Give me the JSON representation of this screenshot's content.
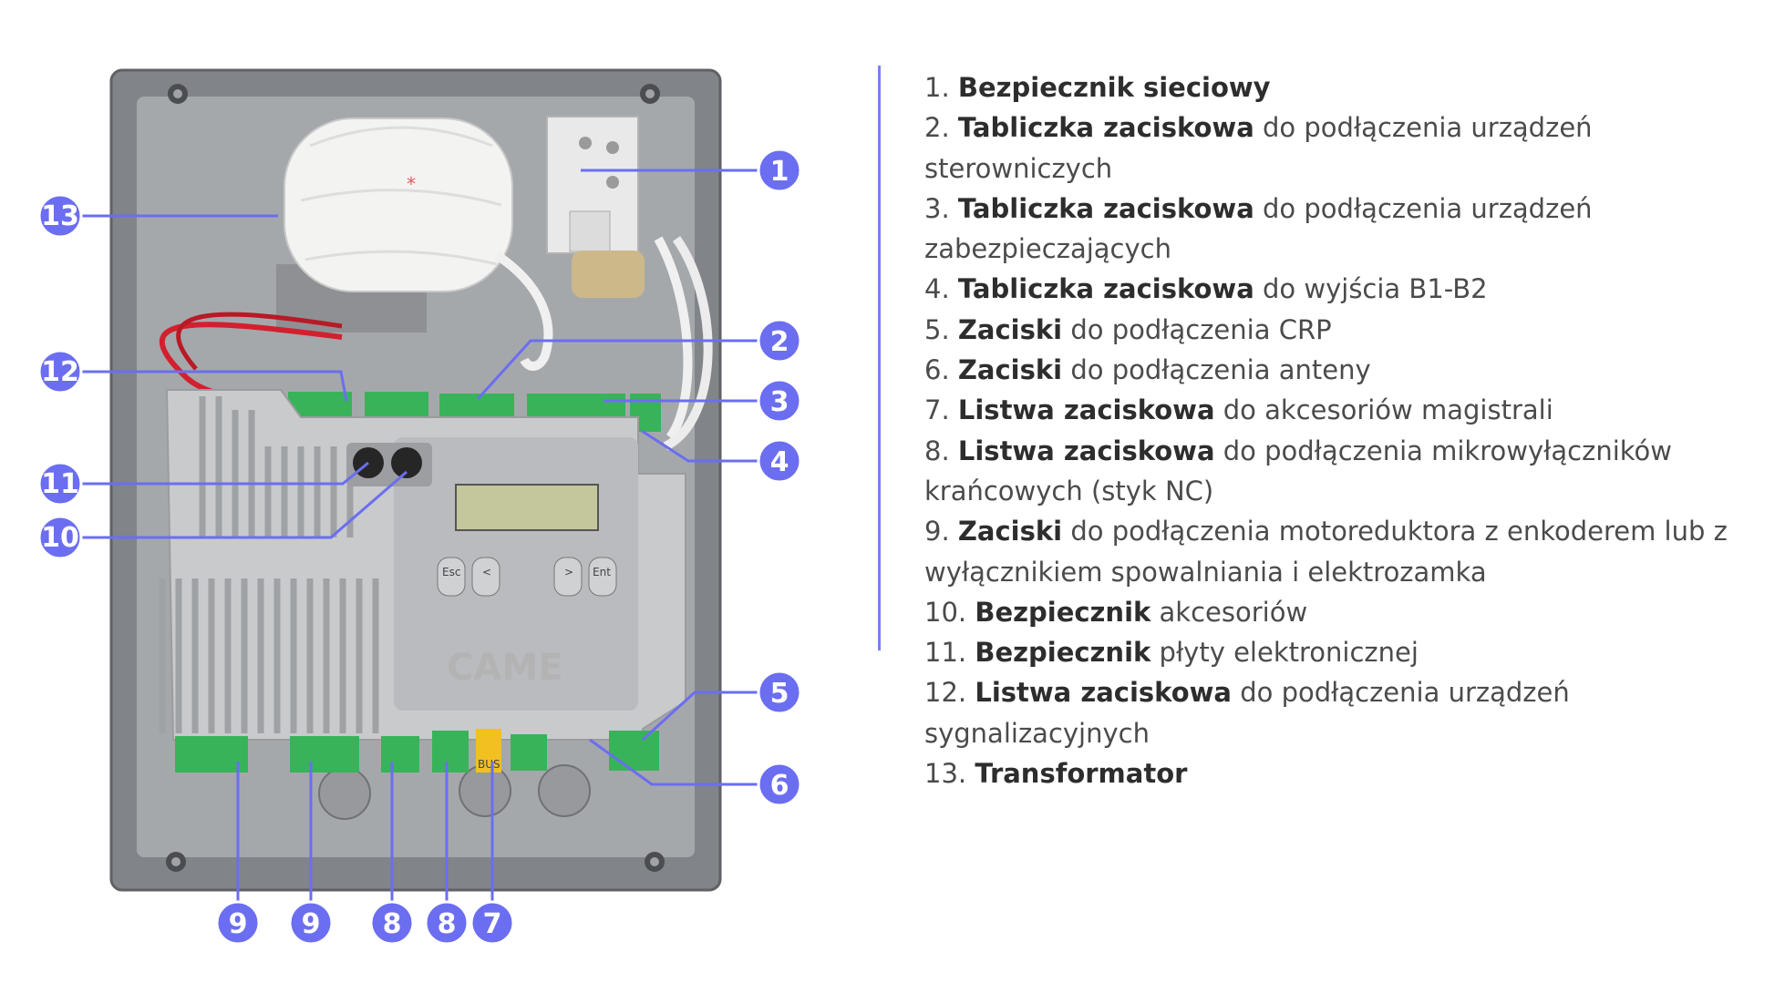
{
  "device": {
    "brand": "CAME",
    "keys": [
      "Esc",
      "<",
      ">",
      "Ent"
    ],
    "bus_label": "BUS"
  },
  "callouts": [
    {
      "number": "1"
    },
    {
      "number": "2"
    },
    {
      "number": "3"
    },
    {
      "number": "4"
    },
    {
      "number": "5"
    },
    {
      "number": "6"
    },
    {
      "number": "7"
    },
    {
      "number": "8"
    },
    {
      "number": "8"
    },
    {
      "number": "9"
    },
    {
      "number": "9"
    },
    {
      "number": "10"
    },
    {
      "number": "11"
    },
    {
      "number": "12"
    },
    {
      "number": "13"
    }
  ],
  "legend": [
    {
      "num": "1.",
      "bold": "Bezpiecznik sieciowy",
      "rest": ""
    },
    {
      "num": "2.",
      "bold": "Tabliczka zaciskowa",
      "rest": " do podłączenia urządzeń sterowniczych"
    },
    {
      "num": "3.",
      "bold": "Tabliczka zaciskowa",
      "rest": " do podłączenia urządzeń zabezpieczających"
    },
    {
      "num": "4.",
      "bold": "Tabliczka zaciskowa",
      "rest": " do wyjścia B1-B2"
    },
    {
      "num": "5.",
      "bold": "Zaciski",
      "rest": " do podłączenia CRP"
    },
    {
      "num": "6.",
      "bold": "Zaciski",
      "rest": " do podłączenia anteny"
    },
    {
      "num": "7.",
      "bold": "Listwa zaciskowa",
      "rest": " do akcesoriów magistrali"
    },
    {
      "num": "8.",
      "bold": "Listwa zaciskowa",
      "rest": " do podłączenia mikrowyłączników krańcowych (styk NC)"
    },
    {
      "num": "9.",
      "bold": "Zaciski",
      "rest": " do podłączenia motoreduktora z enkoderem lub z wyłącznikiem spowalniania i elektrozamka"
    },
    {
      "num": "10.",
      "bold": "Bezpiecznik",
      "rest": " akcesoriów"
    },
    {
      "num": "11.",
      "bold": "Bezpiecznik",
      "rest": " płyty elektronicznej"
    },
    {
      "num": "12.",
      "bold": "Listwa zaciskowa",
      "rest": " do podłączenia urządzeń sygnalizacyjnych"
    },
    {
      "num": "13.",
      "bold": "Transformator",
      "rest": ""
    }
  ],
  "colors": {
    "accent": "#6b6ef0",
    "enclosure": "#7f8286",
    "enclosure_inner": "#a7aaad",
    "board_cover": "#c9cbcd",
    "terminal_green": "#38b35a",
    "bus_yellow": "#f2c020",
    "wire_red": "#d3202e"
  }
}
